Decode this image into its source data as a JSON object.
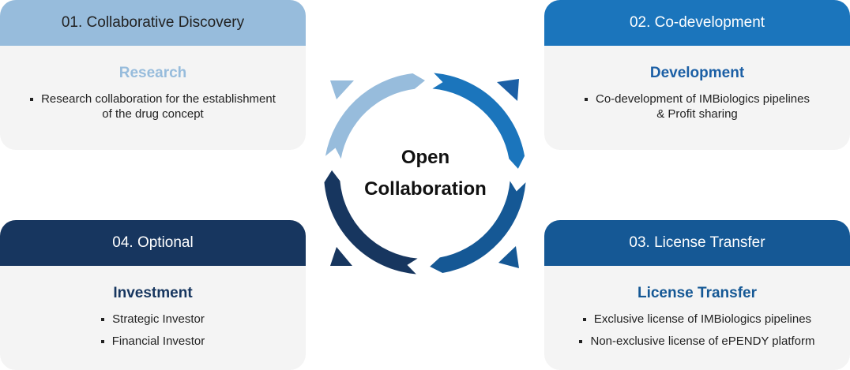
{
  "center": {
    "line1": "Open",
    "line2": "Collaboration"
  },
  "cards": {
    "discovery": {
      "header": "01. Collaborative Discovery",
      "subtitle": "Research",
      "items": [
        "Research collaboration for the establishment",
        "of the drug concept"
      ]
    },
    "codevelopment": {
      "header": "02. Co-development",
      "subtitle": "Development",
      "items": [
        "Co-development of IMBiologics pipelines",
        "& Profit sharing"
      ]
    },
    "license": {
      "header": "03. License Transfer",
      "subtitle": "License Transfer",
      "items": [
        "Exclusive license of IMBiologics pipelines",
        "Non-exclusive license of ePENDY platform"
      ]
    },
    "optional": {
      "header": "04. Optional",
      "subtitle": "Investment",
      "items": [
        "Strategic Investor",
        "Financial Investor"
      ]
    }
  },
  "colors": {
    "step1": "#97bcdc",
    "step2": "#1b75bc",
    "step3": "#155895",
    "step4": "#17365f"
  }
}
